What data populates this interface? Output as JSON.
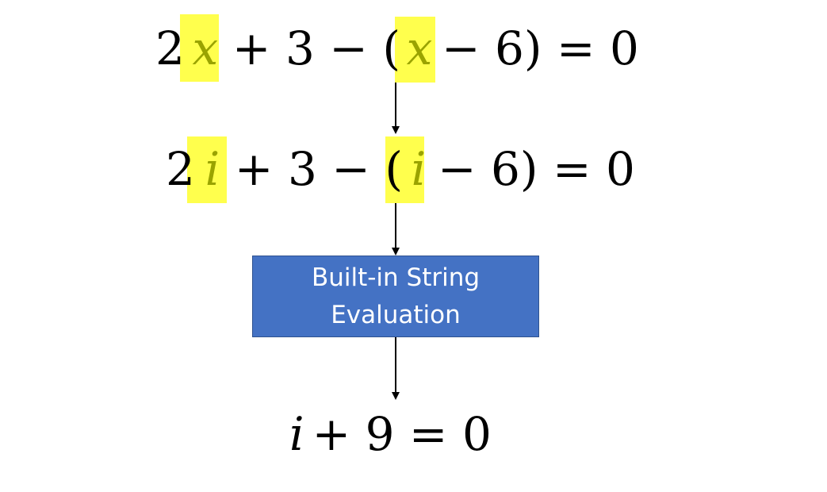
{
  "equation_1": {
    "coefficient": "2",
    "variable": "x",
    "middle": "+ 3 − (",
    "variable_2": "x",
    "end": "− 6) = 0"
  },
  "equation_2": {
    "coefficient": "2",
    "variable": "i",
    "middle": "+ 3 − (",
    "variable_2": "i",
    "end": "− 6) = 0"
  },
  "process_box": {
    "line_1": "Built-in String",
    "line_2": "Evaluation"
  },
  "equation_3": {
    "variable": "i",
    "rest": "+ 9 = 0"
  },
  "colors": {
    "highlight": "#ffff4d",
    "highlighted_text": "#9aa300",
    "box_fill": "#4472c4",
    "box_border": "#2f528f",
    "box_text": "#ffffff",
    "arrow": "#000000"
  }
}
